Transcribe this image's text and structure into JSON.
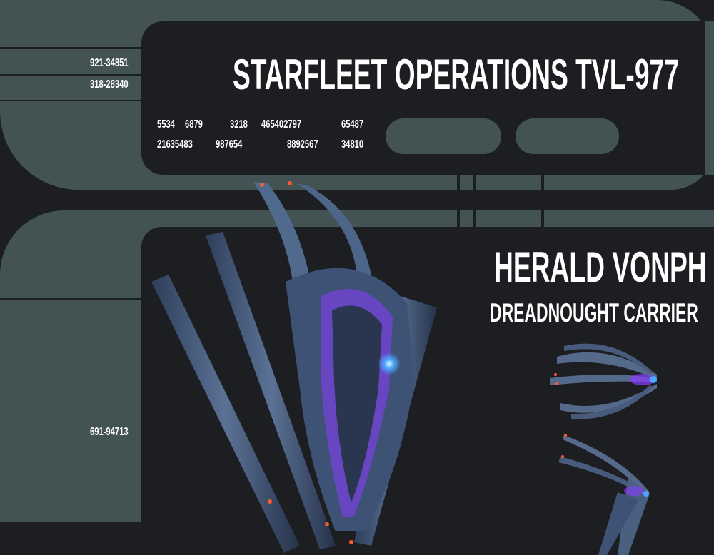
{
  "header": {
    "title": "STARFLEET OPERATIONS TVL-977",
    "codes_left": [
      "921-34851",
      "318-28340"
    ],
    "readout_row1": [
      "5534",
      "6879",
      "3218",
      "465402797",
      "65487"
    ],
    "readout_row2": [
      "21635483",
      "987654",
      "8892567",
      "34810"
    ]
  },
  "main": {
    "ship_name": "HERALD VONPH",
    "ship_class": "DREADNOUGHT CARRIER",
    "code_left": "691-94713"
  },
  "colors": {
    "frame": "#435354",
    "background": "#1d1e22",
    "text": "#ffffff",
    "ship_hull": "#4a6488",
    "ship_glow": "#8a3cff",
    "engine_light": "#4aa8ff"
  },
  "icons": [
    "ship-front-view-icon",
    "ship-top-view-icon",
    "ship-side-view-icon"
  ]
}
